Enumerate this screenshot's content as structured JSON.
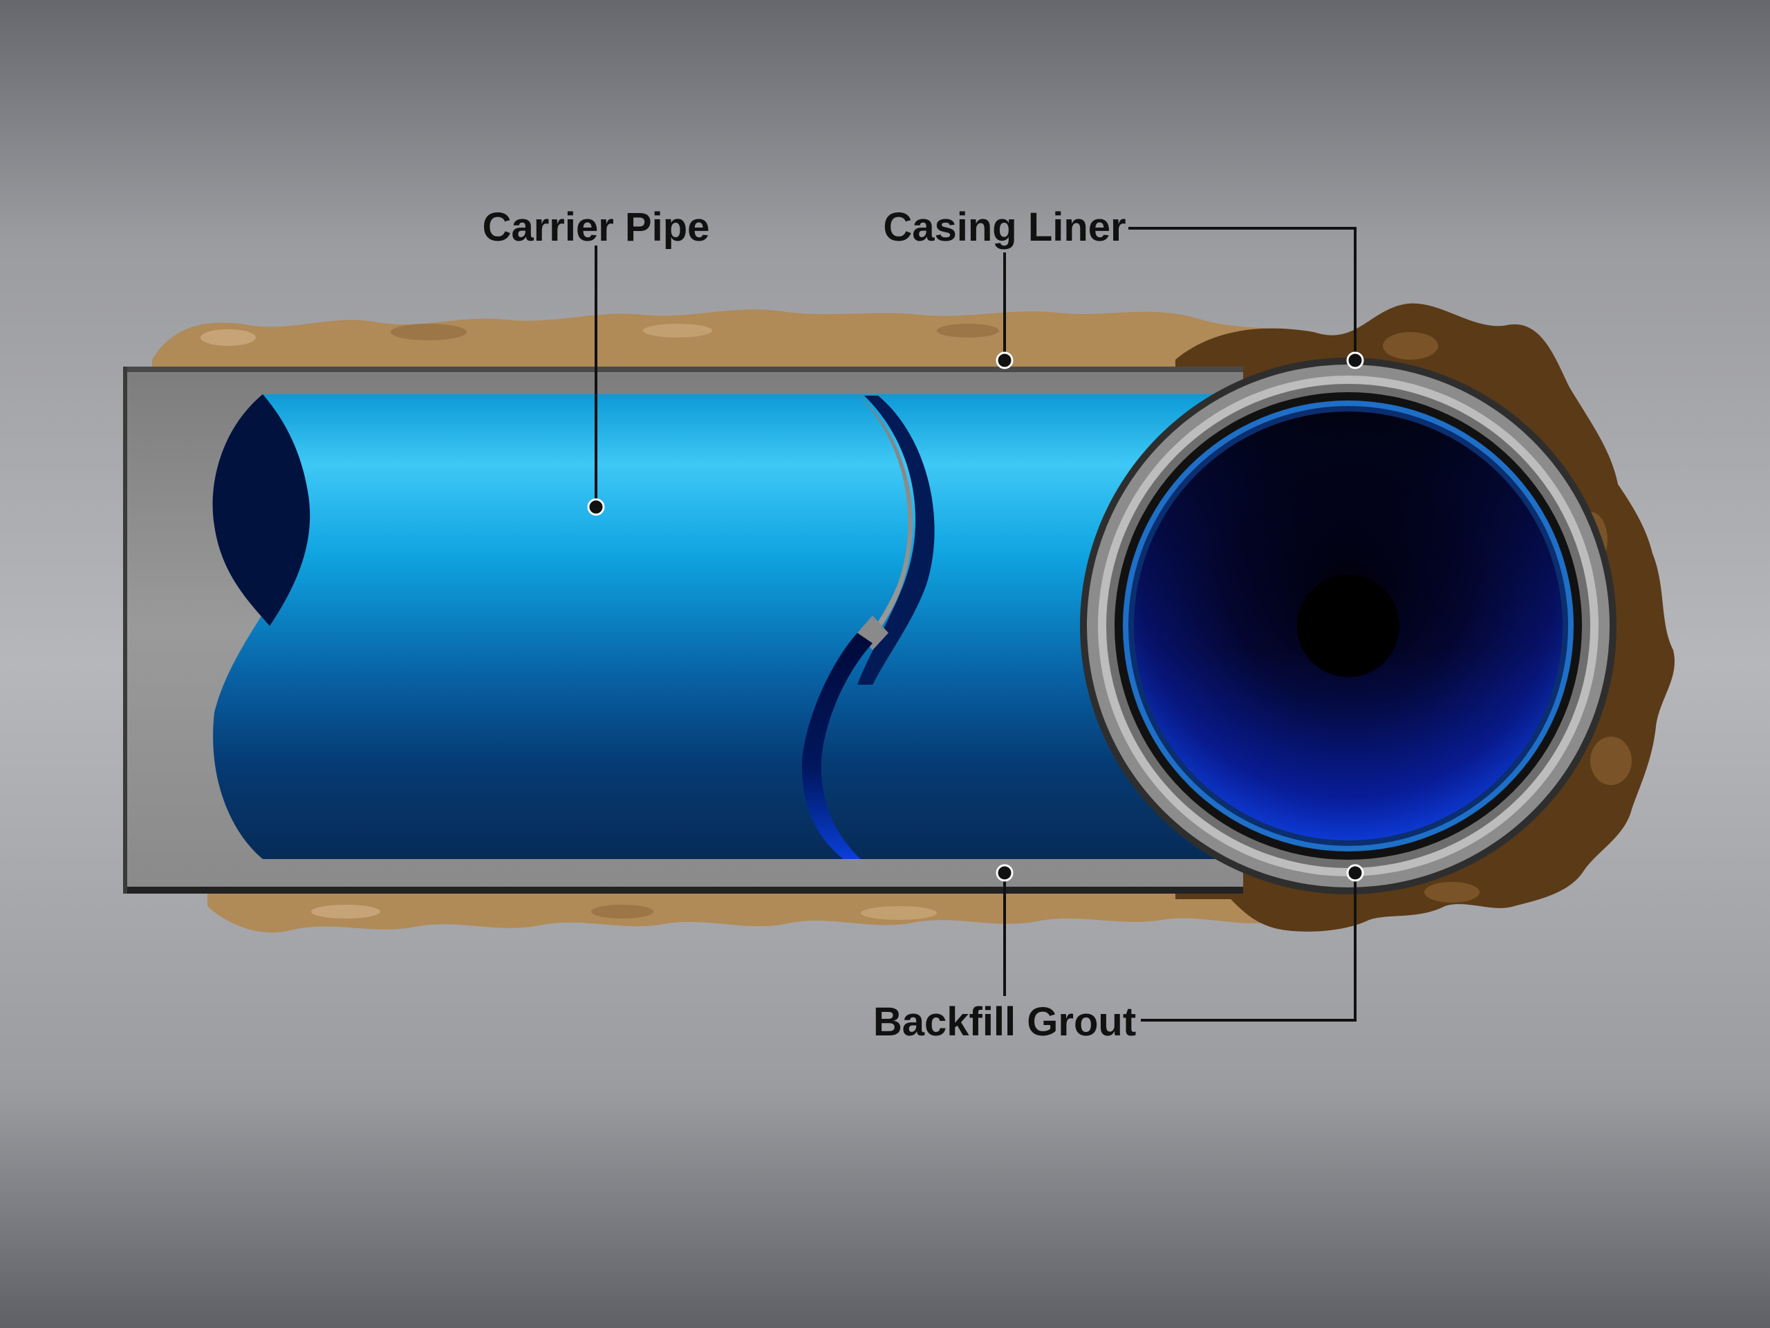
{
  "labels": {
    "carrier_pipe": "Carrier Pipe",
    "casing_liner": "Casing Liner",
    "backfill_grout": "Backfill Grout"
  },
  "colors": {
    "background_edge": "#64656b",
    "background_mid": "#b4b5b9",
    "grout": "#b08a57",
    "grout_dark": "#5a3a14",
    "casing": "#8a8a8a",
    "casing_edge": "#2b2b2b",
    "pipe_light": "#38c3f4",
    "pipe_mid": "#0a8fd0",
    "pipe_dark": "#062d5a",
    "pipe_interior": "#0d1f8a",
    "callout_line": "#111111"
  }
}
